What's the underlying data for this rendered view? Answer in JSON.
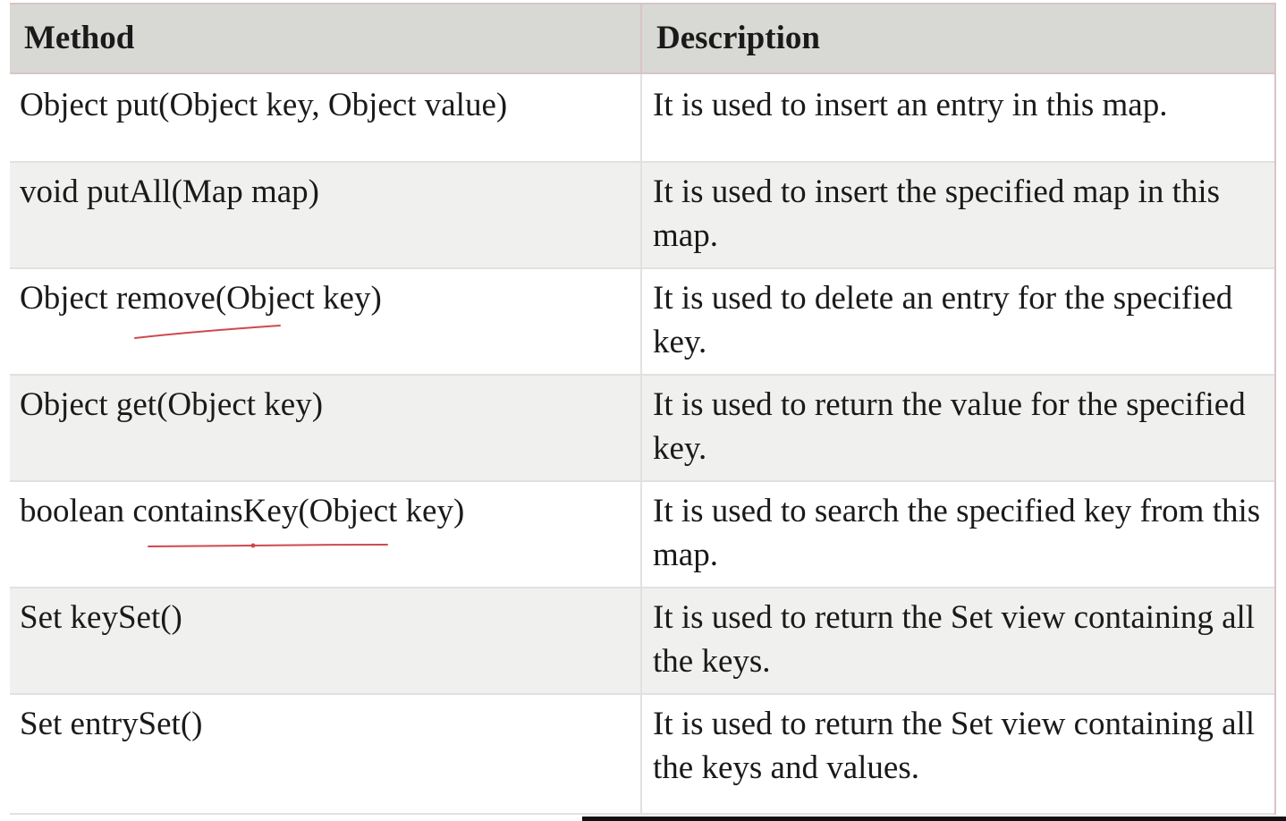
{
  "table": {
    "headers": [
      "Method",
      "Description"
    ],
    "rows": [
      {
        "method": "Object put(Object key, Object value)",
        "description": "It is used to insert an entry in this map."
      },
      {
        "method": "void putAll(Map map)",
        "description": "It is used to insert the specified map in this map."
      },
      {
        "method": "Object remove(Object key)",
        "description": "It is used to delete an entry for the specified key."
      },
      {
        "method": "Object get(Object key)",
        "description": "It is used to return the value for the specified key."
      },
      {
        "method": "boolean containsKey(Object key)",
        "description": "It is used to search the specified key from this map."
      },
      {
        "method": "Set keySet()",
        "description": "It is used to return the Set view containing all the keys."
      },
      {
        "method": "Set entrySet()",
        "description": "It is used to return the Set view containing all the keys and values."
      }
    ]
  },
  "annotations": {
    "ink_color": "#d0484f"
  }
}
